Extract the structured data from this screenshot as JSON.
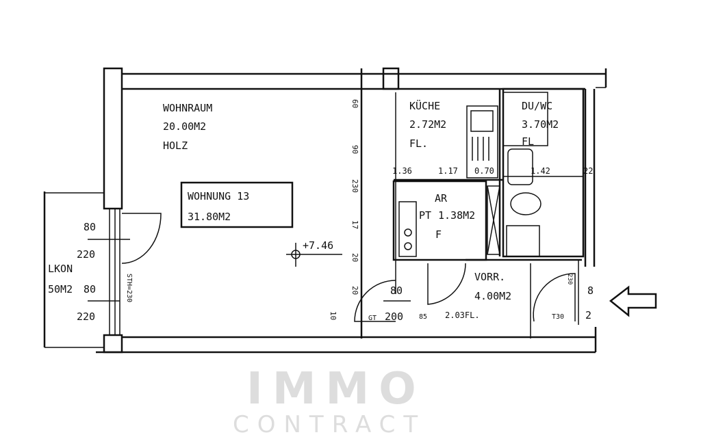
{
  "rooms": {
    "wohnraum": {
      "name": "WOHNRAUM",
      "area": "20.00M2",
      "floor": "HOLZ"
    },
    "wohnung": {
      "name": "WOHNUNG 13",
      "area": "31.80M2"
    },
    "kueche": {
      "name": "KÜCHE",
      "area": "2.72M2",
      "floor": "FL."
    },
    "duwc": {
      "name": "DU/WC",
      "area": "3.70M2",
      "floor": "FL"
    },
    "ar": {
      "name": "AR",
      "area": "1.38M2",
      "floor": "F",
      "extra": "PT"
    },
    "vorr": {
      "name": "VORR.",
      "area": "4.00M2",
      "floor": "2.03FL."
    },
    "balkon": {
      "name": "LKON",
      "area": "50M2"
    }
  },
  "dimensions": {
    "balcony_door_1_w": "80",
    "balcony_door_1_h": "220",
    "balcony_door_2_w": "80",
    "balcony_door_2_h": "220",
    "sth": "STH=230",
    "level": "+7.46",
    "wall_ticks": [
      "60",
      "90",
      "230",
      "17",
      "20",
      "20",
      "10"
    ],
    "kitchen_row": [
      "1.36",
      "1.17",
      "0.70",
      "1.42",
      "22"
    ],
    "door_80": "80",
    "door_200": "200",
    "gt": "GT",
    "v85": "85",
    "entry_8": "8",
    "entry_2": "2",
    "t30": "T30",
    "entry_dim": "230"
  },
  "watermark": {
    "line1": "IMMO",
    "line2": "CONTRACT"
  },
  "icons": {
    "entrance": "arrow-left-outline-icon"
  }
}
